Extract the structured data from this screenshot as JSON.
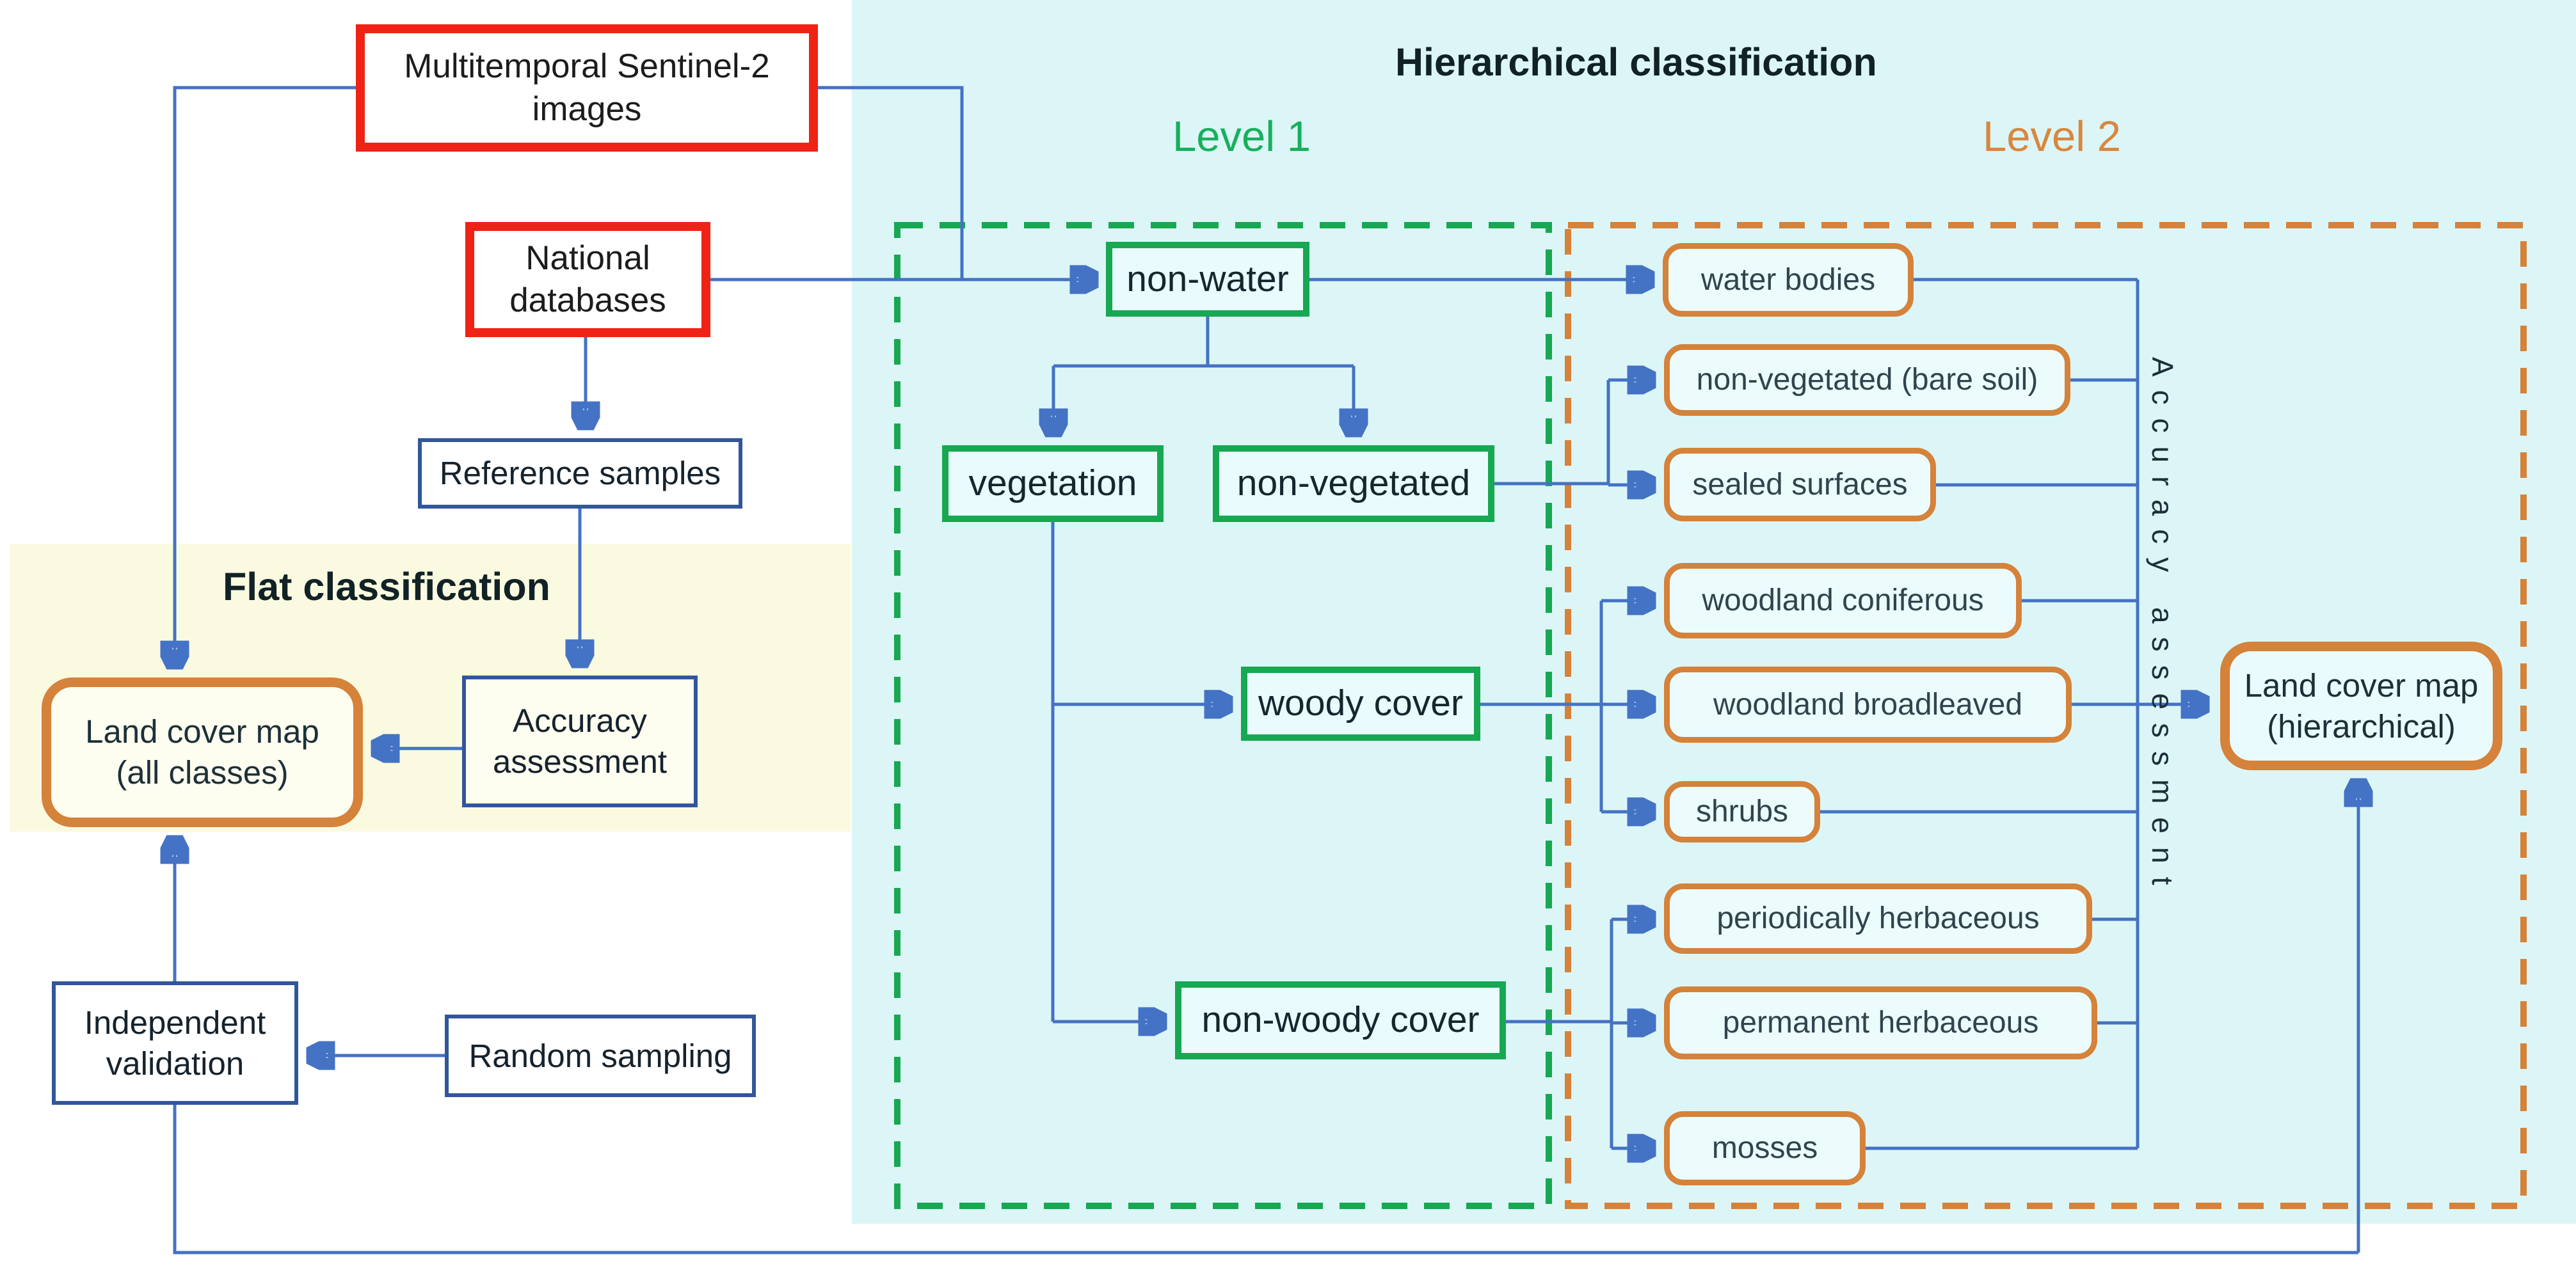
{
  "colors": {
    "canvas_bg": "#ffffff",
    "hierarchical_panel_bg": "#dcf6f8",
    "flat_panel_bg": "#fafae1",
    "red_border": "#ee2316",
    "navy_border": "#31569a",
    "green": "#17a851",
    "orange": "#d5823a",
    "connector_blue": "#4472c4",
    "level1_label_color": "#17b05c",
    "level2_label_color": "#d9873f"
  },
  "inputs": {
    "multitemporal": "Multitemporal Sentinel-2\nimages",
    "national_databases": "National\ndatabases",
    "reference_samples": "Reference samples"
  },
  "flat": {
    "title": "Flat classification",
    "land_cover_map": "Land cover map\n(all classes)",
    "accuracy_assessment": "Accuracy\nassessment",
    "independent_validation": "Independent\nvalidation",
    "random_sampling": "Random sampling"
  },
  "hierarchical": {
    "title": "Hierarchical classification",
    "level1": {
      "label": "Level 1",
      "nodes": [
        "non-water",
        "vegetation",
        "non-vegetated",
        "woody cover",
        "non-woody cover"
      ]
    },
    "level2": {
      "label": "Level 2",
      "nodes": [
        "water bodies",
        "non-vegetated (bare soil)",
        "sealed surfaces",
        "woodland coniferous",
        "woodland broadleaved",
        "shrubs",
        "periodically herbaceous",
        "permanent herbaceous",
        "mosses"
      ]
    },
    "accuracy_vertical": "Accuracy assessment",
    "land_cover_map": "Land cover map\n(hierarchical)"
  }
}
